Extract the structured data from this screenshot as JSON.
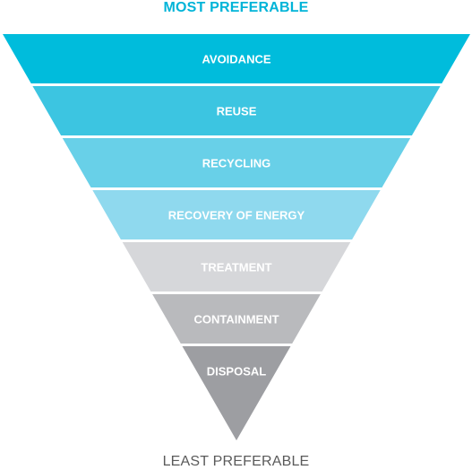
{
  "diagram": {
    "top_caption": "MOST PREFERABLE",
    "bottom_caption": "LEAST PREFERABLE",
    "colors": {
      "top_caption": "#00b4d8",
      "bottom_caption": "#5a5a5a"
    },
    "tiers": [
      {
        "label": "AVOIDANCE",
        "color": "#00bcdc"
      },
      {
        "label": "REUSE",
        "color": "#3cc5e1"
      },
      {
        "label": "RECYCLING",
        "color": "#68d0e8"
      },
      {
        "label": "RECOVERY OF ENERGY",
        "color": "#8fd9ee"
      },
      {
        "label": "TREATMENT",
        "color": "#d6d7da"
      },
      {
        "label": "CONTAINMENT",
        "color": "#b9babd"
      },
      {
        "label": "DISPOSAL",
        "color": "#9d9ea2"
      }
    ]
  }
}
